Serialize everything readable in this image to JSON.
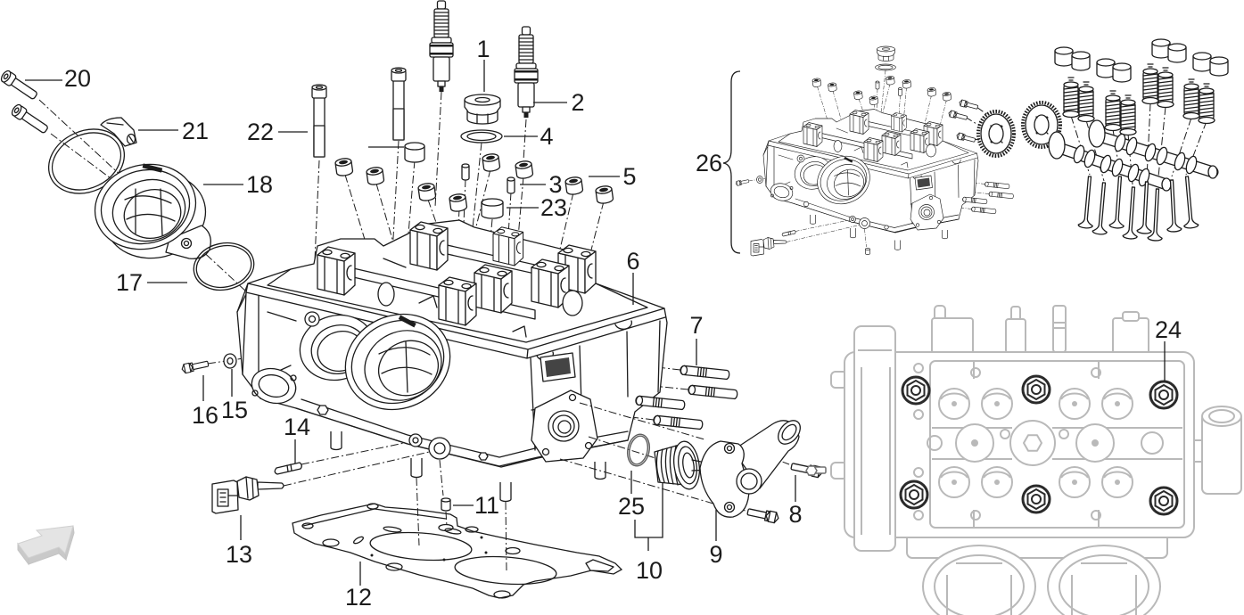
{
  "diagram": {
    "callouts": {
      "c1": "1",
      "c2": "2",
      "c3": "3",
      "c4": "4",
      "c5": "5",
      "c6": "6",
      "c7": "7",
      "c8": "8",
      "c9": "9",
      "c10": "10",
      "c11": "11",
      "c12": "12",
      "c13": "13",
      "c14": "14",
      "c15": "15",
      "c16": "16",
      "c17": "17",
      "c18": "18",
      "c20": "20",
      "c21": "21",
      "c22": "22",
      "c23": "23",
      "c24": "24",
      "c25": "25",
      "c26": "26"
    }
  },
  "insets": {
    "assembly_view": {
      "callout_ref": "26"
    },
    "top_view": {
      "callout_ref": "24",
      "highlighted_nut_count": 6
    }
  },
  "orientation_indicator": {
    "icon": "forward-arrow-icon"
  },
  "colors": {
    "line": "#1c1c1c",
    "ghost": "#b9b9b9",
    "nut": "#2a2a2a",
    "arrow_top": "#e4e4e4",
    "arrow_side": "#c9c9c9",
    "background": "#ffffff"
  }
}
